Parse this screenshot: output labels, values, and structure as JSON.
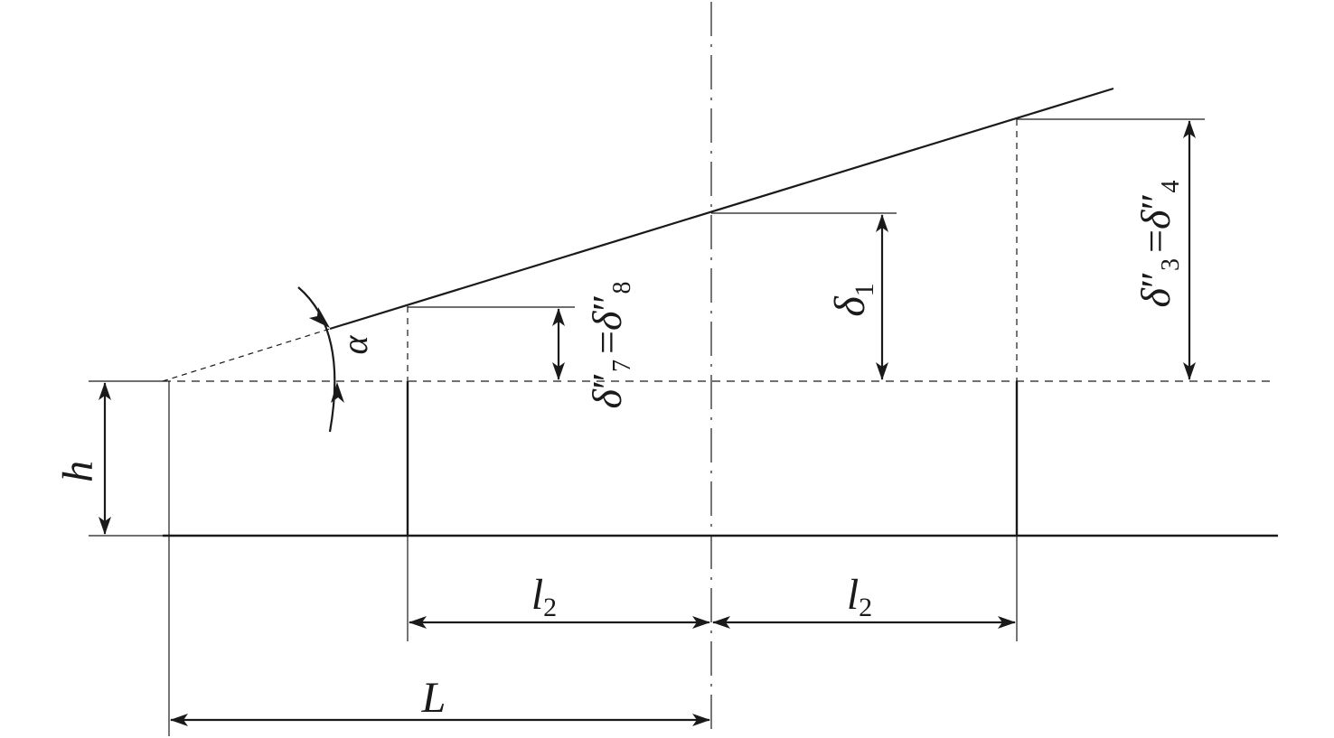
{
  "labels": {
    "h": "h",
    "alpha": "α",
    "delta": "δ",
    "double_prime": "″",
    "equals": "=",
    "sub_7": "7",
    "sub_8": "8",
    "sub_1": "1",
    "sub_3": "3",
    "sub_4": "4",
    "l": "l",
    "sub_2": "2",
    "L": "L"
  },
  "colors": {
    "line": "#1a1a1a",
    "background": "#ffffff"
  }
}
